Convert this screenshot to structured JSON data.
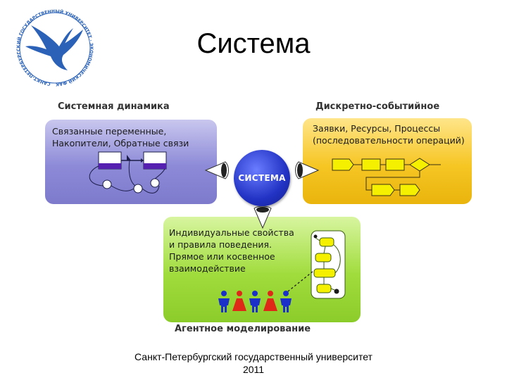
{
  "logo": {
    "ring_text": "САНКТ-ПЕТЕРБУРГСКИЙ ГОСУДАРСТВЕННЫЙ УНИВЕРСИТЕТ · ЭКОНОМИЧЕСКИЙ ФАКУЛЬТЕТ",
    "color": "#2b62b8"
  },
  "title": "Система",
  "diagram": {
    "center": {
      "label": "СИСТЕМА"
    },
    "system_dynamics": {
      "heading": "Системная динамика",
      "line1": "Связанные переменные,",
      "line2": "Накопители, Обратные связи",
      "color": "#8d8ad8"
    },
    "discrete_event": {
      "heading": "Дискретно-событийное",
      "line1": "Заявки, Ресурсы, Процессы",
      "line2": "(последовательности операций)",
      "color": "#f6c624"
    },
    "agent_based": {
      "heading": "Агентное моделирование",
      "line1": "Индивидуальные свойства",
      "line2": "и правила поведения.",
      "line3": "Прямое или косвенное",
      "line4": "взаимодействие",
      "color": "#a0dc3c",
      "agent_colors": [
        "#1a30c8",
        "#e02818"
      ]
    }
  },
  "footer": {
    "line1": "Санкт-Петербургский государственный университет",
    "line2": "2011"
  }
}
